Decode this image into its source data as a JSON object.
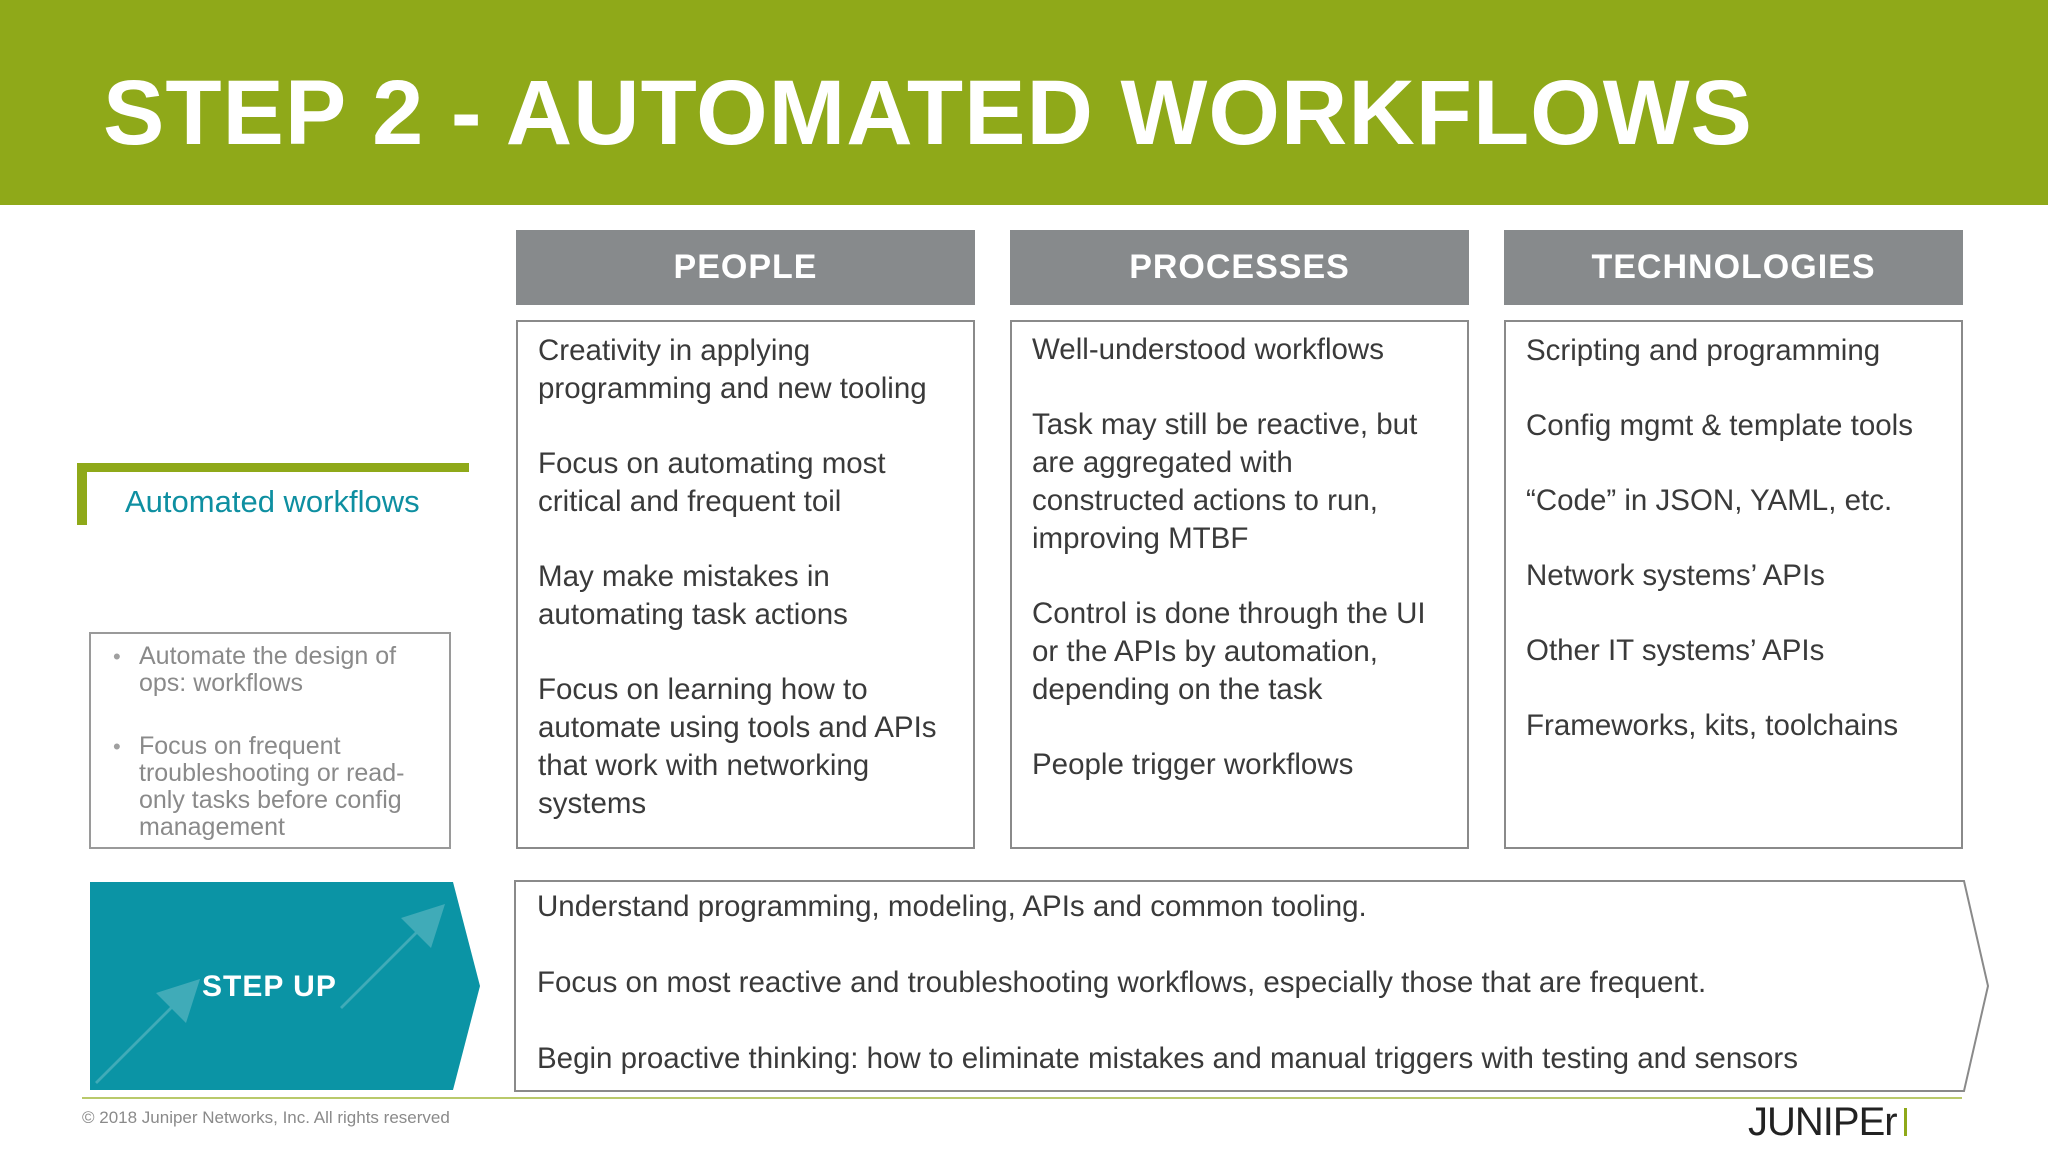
{
  "slide": {
    "title": "STEP 2 - AUTOMATED WORKFLOWS",
    "colors": {
      "banner": "#8fa919",
      "column_header": "#878a8c",
      "accent_teal": "#0e8fa1",
      "step_up": "#0b94a5"
    }
  },
  "columns": [
    {
      "header": "PEOPLE",
      "items": [
        "Creativity in applying programming and new tooling",
        "Focus on automating most critical and frequent toil",
        "May make mistakes in automating task actions",
        "Focus on learning how to automate using tools and APIs that work with networking systems"
      ]
    },
    {
      "header": "PROCESSES",
      "items": [
        "Well-understood workflows",
        "Task may still be reactive, but are aggregated with constructed actions to run, improving MTBF",
        "Control is done through the UI or the APIs by automation, depending on the task",
        "People trigger workflows"
      ]
    },
    {
      "header": "TECHNOLOGIES",
      "items": [
        "Scripting and programming",
        "Config mgmt & template tools",
        "“Code” in JSON, YAML, etc.",
        "Network systems’ APIs",
        "Other IT systems’ APIs",
        "Frameworks, kits, toolchains"
      ]
    }
  ],
  "sidebar": {
    "label": "Automated workflows",
    "bullets": [
      "Automate the design of ops: workflows",
      "Focus on frequent troubleshooting or read-only tasks before config management"
    ],
    "bullet_glyph": "•"
  },
  "step_up": {
    "label": "STEP UP",
    "lines": [
      "Understand programming, modeling, APIs and common tooling.",
      "Focus on most reactive and troubleshooting workflows, especially those that are frequent.",
      "Begin proactive thinking: how to eliminate mistakes and manual triggers with testing and sensors"
    ]
  },
  "footer": {
    "copyright": "© 2018 Juniper Networks, Inc. All rights reserved",
    "logo": "JUNIPEr"
  }
}
